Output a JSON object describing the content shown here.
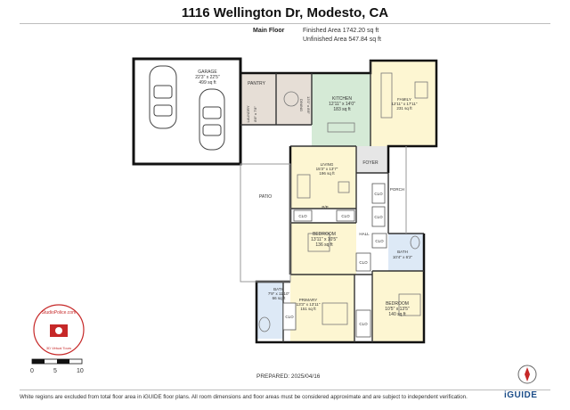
{
  "title": "1116 Wellington Dr, Modesto, CA",
  "floor": {
    "label": "Main Floor",
    "finished": "Finished Area 1742.20 sq ft",
    "unfinished": "Unfinished Area 547.84 sq ft"
  },
  "rooms": {
    "garage": {
      "name": "GARAGE",
      "dims": "22'3\" x 22'5\"",
      "area": "499 sq ft"
    },
    "pantry": {
      "name": "PANTRY"
    },
    "laundry": {
      "name": "LAUNDRY",
      "dims": "8'8\" x 7'8\""
    },
    "dining": {
      "name": "DINING",
      "dims": "13'1\" x 8'8\""
    },
    "kitchen": {
      "name": "KITCHEN",
      "dims": "12'11\" x 14'0\"",
      "area": "183 sq ft"
    },
    "family": {
      "name": "FAMILY",
      "dims": "12'11\" x 17'11\"",
      "area": "231 sq ft"
    },
    "living": {
      "name": "LIVING",
      "dims": "15'3\" x 13'7\"",
      "area": "196 sq ft"
    },
    "foyer": {
      "name": "FOYER"
    },
    "porch": {
      "name": "PORCH"
    },
    "patio": {
      "name": "PATIO"
    },
    "bedroom_mid": {
      "name": "BEDROOM",
      "dims": "13'11\" x 10'5\"",
      "area": "136 sq ft"
    },
    "hall": {
      "name": "HALL"
    },
    "bath_right": {
      "name": "BATH",
      "dims": "10'4\" x 6'2\""
    },
    "bath_left": {
      "name": "BATH",
      "dims": "7'9\" x 11'10\"",
      "area": "66 sq ft"
    },
    "primary": {
      "name": "PRIMARY",
      "dims": "13'3\" x 13'11\"",
      "area": "151 sq ft"
    },
    "bedroom_right": {
      "name": "BEDROOM",
      "dims": "10'5\" x 13'5\"",
      "area": "140 sq ft"
    }
  },
  "closet_label": "CLO",
  "pp_label": "P/P",
  "scale": {
    "n0": "0",
    "n5": "5",
    "n10": "10"
  },
  "prepared": "PREPARED: 2025/04/16",
  "footer": "White regions are excluded from total floor area in iGUIDE floor plans. All room dimensions and floor areas must be considered approximate and are subject to independent verification.",
  "brand": "iGUIDE",
  "stamp": {
    "text": "StudioPolice.com",
    "sub": "3D Virtual Tours"
  },
  "colors": {
    "kitchen": "#d5ead6",
    "living": "#fdf6d2",
    "family": "#fdf6d2",
    "laundry": "#e6ded6",
    "foyer": "#e6e6e6",
    "bath": "#dde9f6",
    "bedroom": "#fdf6d2",
    "primary": "#fdf6d2"
  }
}
